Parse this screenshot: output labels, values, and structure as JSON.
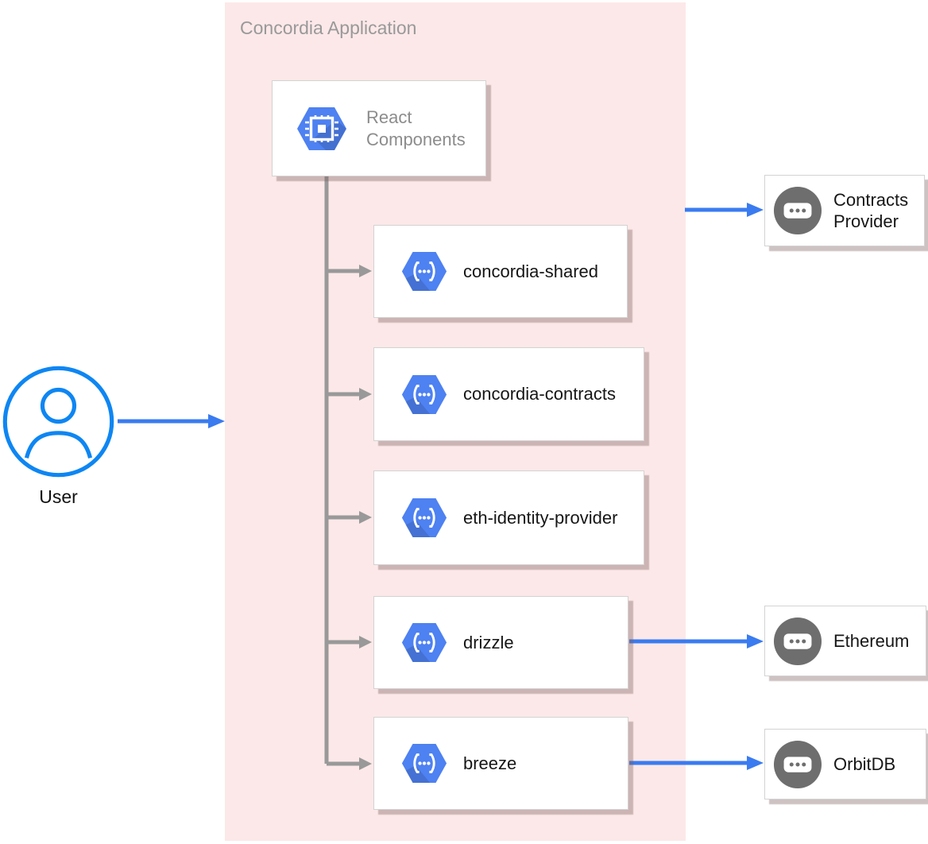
{
  "diagram": {
    "group_label": "Concordia Application",
    "user": {
      "label": "User",
      "icon": "user-icon"
    },
    "react_components": {
      "label": "React Components",
      "icon": "chip-hexagon-icon"
    },
    "modules": [
      {
        "label": "concordia-shared",
        "icon": "functions-hexagon-icon"
      },
      {
        "label": "concordia-contracts",
        "icon": "functions-hexagon-icon"
      },
      {
        "label": "eth-identity-provider",
        "icon": "functions-hexagon-icon"
      },
      {
        "label": "drizzle",
        "icon": "functions-hexagon-icon"
      },
      {
        "label": "breeze",
        "icon": "functions-hexagon-icon"
      }
    ],
    "externals": [
      {
        "label": "Contracts Provider",
        "icon": "dots-circle-icon"
      },
      {
        "label": "Ethereum",
        "icon": "dots-circle-icon"
      },
      {
        "label": "OrbitDB",
        "icon": "dots-circle-icon"
      }
    ],
    "connections": [
      {
        "from": "User",
        "to": "Concordia Application",
        "color": "blue"
      },
      {
        "from": "Concordia Application",
        "to": "Contracts Provider",
        "color": "blue"
      },
      {
        "from": "React Components",
        "to": "concordia-shared",
        "color": "gray"
      },
      {
        "from": "React Components",
        "to": "concordia-contracts",
        "color": "gray"
      },
      {
        "from": "React Components",
        "to": "eth-identity-provider",
        "color": "gray"
      },
      {
        "from": "React Components",
        "to": "drizzle",
        "color": "gray"
      },
      {
        "from": "React Components",
        "to": "breeze",
        "color": "gray"
      },
      {
        "from": "drizzle",
        "to": "Ethereum",
        "color": "blue"
      },
      {
        "from": "breeze",
        "to": "OrbitDB",
        "color": "blue"
      }
    ],
    "colors": {
      "group_bg": "#fce8e8",
      "group_label": "#999999",
      "box_bg": "#ffffff",
      "box_border": "#d3d3d3",
      "module_label": "#161616",
      "react_label": "#8c8c8c",
      "hexagon_blue": "#4e81f1",
      "hexagon_fold": "#3e6bd8",
      "circle_gray": "#6e6e6e",
      "arrow_blue": "#3a7bf0",
      "arrow_gray": "#999999",
      "user_blue": "#0e86f2"
    }
  }
}
